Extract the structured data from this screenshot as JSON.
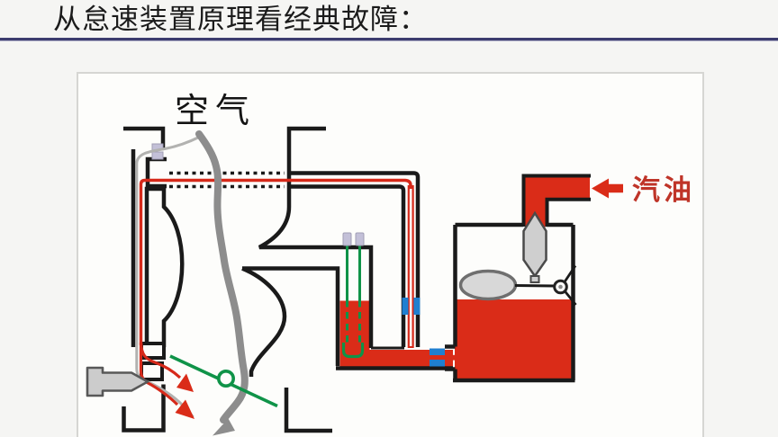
{
  "page": {
    "title": "从怠速装置原理看经典故障：",
    "background": "#f5f5f3",
    "rule_color": "#3c3c6e"
  },
  "diagram": {
    "labels": {
      "air": "空气",
      "fuel": "汽油"
    },
    "colors": {
      "page_bg": "#f5f5f3",
      "rule": "#3c3c6e",
      "outline": "#1a1a1a",
      "fuel_red": "#da2c18",
      "line_red": "#d6291a",
      "fuel_label_red": "#bf3428",
      "air_flow_gray": "#8d8d8d",
      "idle_air_gray": "#b2b2b0",
      "throttle_green": "#0f9348",
      "jet_blue": "#1f7fd0",
      "float_gray": "#d8d8d8",
      "needle_gray": "#cfcfcf",
      "screw_gray": "#cccccc",
      "tube_cap_lavender": "#c3c0d8",
      "slide_bg": "#fdfdfb",
      "slide_border": "#d6d6d3"
    }
  }
}
